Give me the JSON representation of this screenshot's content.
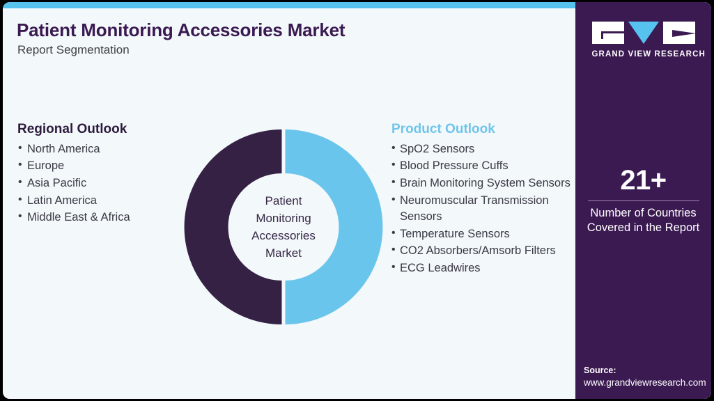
{
  "header": {
    "title": "Patient Monitoring Accessories Market",
    "subtitle": "Report Segmentation"
  },
  "colors": {
    "accent_blue": "#56c3ef",
    "brand_purple": "#3b1a52",
    "donut_dark": "#352144",
    "donut_light": "#6ac5ec",
    "card_background": "#f3f8fb"
  },
  "regional_outlook": {
    "heading": "Regional Outlook",
    "items": [
      "North America",
      "Europe",
      "Asia Pacific",
      "Latin America",
      "Middle East & Africa"
    ]
  },
  "product_outlook": {
    "heading": "Product Outlook",
    "items": [
      "SpO2 Sensors",
      "Blood Pressure Cuffs",
      "Brain Monitoring System Sensors",
      "Neuromuscular Transmission Sensors",
      "Temperature Sensors",
      "CO2 Absorbers/Amsorb Filters",
      "ECG Leadwires"
    ]
  },
  "donut": {
    "center_lines": [
      "Patient",
      "Monitoring",
      "Accessories",
      "Market"
    ]
  },
  "chart_data": {
    "type": "pie",
    "title": "Patient Monitoring Accessories Market",
    "labels": [
      "Regional Outlook",
      "Product Outlook"
    ],
    "values": [
      50,
      50
    ],
    "colors": [
      "#352144",
      "#6ac5ec"
    ],
    "legend": "none",
    "notes": "Decorative donut split into two equal halves; dark purple half on the left is associated with Regional Outlook, light blue half on the right with Product Outlook."
  },
  "side_panel": {
    "logo": {
      "icon_g": "gvr-logo-g-mark",
      "icon_v": "gvr-logo-v-triangle",
      "icon_r": "gvr-logo-r-mark",
      "wordmark": "GRAND VIEW RESEARCH"
    },
    "stat": {
      "value": "21+",
      "label_line1": "Number of Countries",
      "label_line2": "Covered in the Report"
    },
    "source": {
      "label": "Source:",
      "url": "www.grandviewresearch.com"
    }
  }
}
